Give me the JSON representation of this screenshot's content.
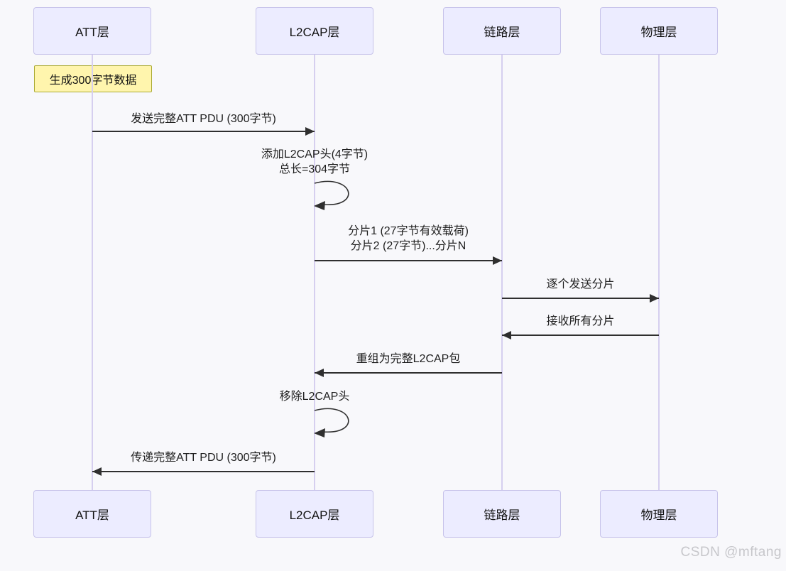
{
  "diagram": {
    "actors": [
      {
        "id": "att",
        "label": "ATT层"
      },
      {
        "id": "l2cap",
        "label": "L2CAP层"
      },
      {
        "id": "link",
        "label": "链路层"
      },
      {
        "id": "phy",
        "label": "物理层"
      }
    ],
    "note": {
      "target": "att",
      "text": "生成300字节数据"
    },
    "messages": [
      {
        "from": "att",
        "to": "l2cap",
        "type": "solid",
        "lines": [
          "发送完整ATT PDU (300字节)"
        ]
      },
      {
        "from": "l2cap",
        "to": "l2cap",
        "type": "self",
        "lines": [
          "添加L2CAP头(4字节)",
          "总长=304字节"
        ]
      },
      {
        "from": "l2cap",
        "to": "link",
        "type": "solid",
        "lines": [
          "分片1 (27字节有效载荷)",
          "分片2 (27字节)...分片N"
        ]
      },
      {
        "from": "link",
        "to": "phy",
        "type": "solid",
        "lines": [
          "逐个发送分片"
        ]
      },
      {
        "from": "phy",
        "to": "link",
        "type": "solid",
        "lines": [
          "接收所有分片"
        ]
      },
      {
        "from": "link",
        "to": "l2cap",
        "type": "solid",
        "lines": [
          "重组为完整L2CAP包"
        ]
      },
      {
        "from": "l2cap",
        "to": "l2cap",
        "type": "self",
        "lines": [
          "移除L2CAP头"
        ]
      },
      {
        "from": "l2cap",
        "to": "att",
        "type": "solid",
        "lines": [
          "传递完整ATT PDU (300字节)"
        ]
      }
    ],
    "watermark": "CSDN @mftang"
  },
  "colors": {
    "background": "#f8f8fb",
    "actor_fill": "#ECECFF",
    "actor_border": "#c7c3ea",
    "note_fill": "#FFF5AD",
    "note_border": "#AAAA33",
    "lifeline": "#d6cfef",
    "arrow": "#2f2f2f",
    "watermark": "#c7c7cb"
  }
}
